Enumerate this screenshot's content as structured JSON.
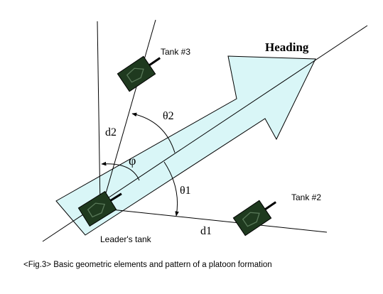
{
  "figure": {
    "labels": {
      "heading": "Heading",
      "tank3": "Tank #3",
      "tank2": "Tank #2",
      "leader": "Leader's tank",
      "d1": "d1",
      "d2": "d2",
      "theta1": "θ1",
      "theta2": "θ2",
      "phi": "φ"
    },
    "caption": "<Fig.3> Basic geometric elements and pattern of a platoon formation"
  },
  "colors": {
    "arrow_fill": "#d9f6f7",
    "tank_fill": "#1f3a1f",
    "line": "#000000"
  }
}
